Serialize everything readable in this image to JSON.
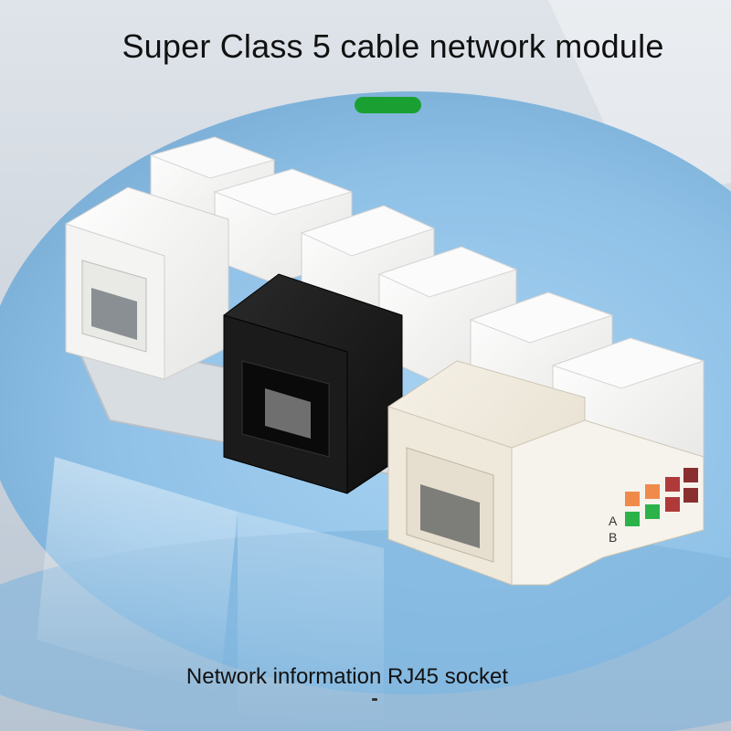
{
  "title": "Super Class 5 cable network module",
  "caption": "Network information RJ45 socket",
  "colors": {
    "accent": "#1aa032",
    "module_white": "#f4f4f2",
    "module_ivory": "#efe9dc",
    "module_black": "#1b1b1b",
    "backdrop_blue": "#8ec0e6"
  },
  "labels": {
    "a": "A",
    "b": "B"
  },
  "modules": [
    {
      "name": "white-module-back-1",
      "color": "white"
    },
    {
      "name": "white-module-back-2",
      "color": "white"
    },
    {
      "name": "white-module-left",
      "color": "white"
    },
    {
      "name": "white-module-back-3",
      "color": "white"
    },
    {
      "name": "white-module-mid",
      "color": "white"
    },
    {
      "name": "white-module-right-1",
      "color": "white"
    },
    {
      "name": "white-module-right-2",
      "color": "white"
    },
    {
      "name": "black-module",
      "color": "black"
    },
    {
      "name": "ivory-module-front",
      "color": "ivory"
    }
  ]
}
